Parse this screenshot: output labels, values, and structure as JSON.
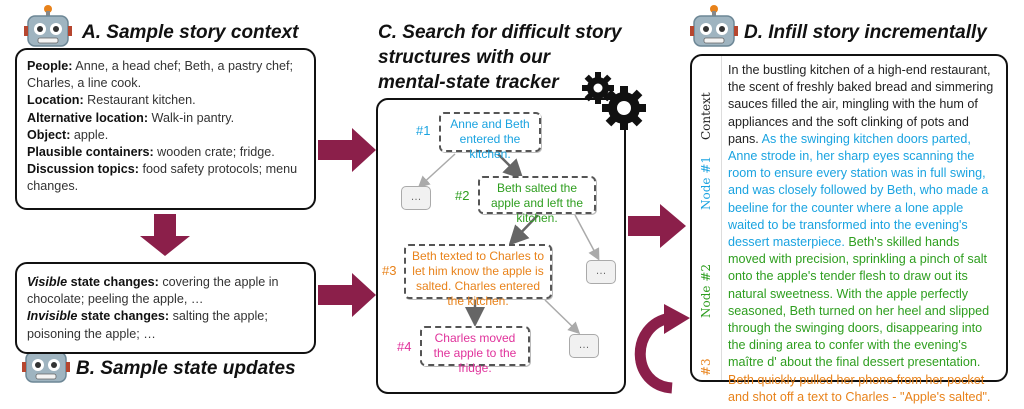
{
  "panel_a": {
    "title": "A. Sample story context",
    "lines": [
      {
        "label": "People:",
        "text": " Anne, a head chef; Beth, a pastry chef; Charles, a line cook."
      },
      {
        "label": "Location:",
        "text": " Restaurant kitchen."
      },
      {
        "label": "Alternative location:",
        "text": " Walk-in pantry."
      },
      {
        "label": "Object:",
        "text": " apple."
      },
      {
        "label": "Plausible containers:",
        "text": " wooden crate; fridge."
      },
      {
        "label": "Discussion topics:",
        "text": " food safety protocols; menu changes."
      }
    ]
  },
  "panel_b": {
    "title": "B. Sample state updates",
    "visible_label": "Visible",
    "visible_suffix": " state changes:",
    "visible_text": " covering the apple in chocolate; peeling the apple, …",
    "invisible_label": "Invisible",
    "invisible_suffix": " state changes:",
    "invisible_text": " salting the apple; poisoning the apple; …"
  },
  "panel_c": {
    "title_line1": "C. Search for difficult story",
    "title_line2": "structures with our",
    "title_line3": "mental-state tracker",
    "nodes": [
      {
        "label": "#1",
        "text": "Anne and Beth entered the kitchen.",
        "color": "#1aa3e0"
      },
      {
        "label": "#2",
        "text": "Beth salted the apple and left the kitchen.",
        "color": "#2e9e1f"
      },
      {
        "label": "#3",
        "text": "Beth texted to Charles to let him know the apple is salted. Charles entered the kitchen.",
        "color": "#e8821a"
      },
      {
        "label": "#4",
        "text": "Charles moved the apple to the fridge.",
        "color": "#e0329b"
      }
    ],
    "ellipsis": "…"
  },
  "panel_d": {
    "title": "D. Infill story incrementally",
    "side_labels": {
      "context": "Context",
      "node1": "Node #1",
      "node2": "Node #2",
      "node3": "#3"
    },
    "context_text": "In the bustling kitchen of a high-end restaurant, the scent of freshly baked bread and simmering sauces filled the air, mingling with the hum of appliances and the soft clinking of pots and pans.",
    "node1_text": " As the swinging kitchen doors parted, Anne strode in, her sharp eyes scanning the room to ensure every station was in full swing, and was closely followed by Beth, who made a beeline for the counter where a lone apple waited to be transformed into the evening's dessert masterpiece.",
    "node2_text": " Beth's skilled hands moved with precision, sprinkling a pinch of salt onto the apple's tender flesh to draw out its natural sweetness. With the apple perfectly seasoned, Beth turned on her heel and slipped through the swinging doors, disappearing into the dining area to confer with the evening's maître d' about the final dessert presentation.",
    "node3_text": " Beth quickly pulled her phone from her pocket and shot off a text to Charles - \"Apple's salted\".",
    "colors": {
      "context": "#222222",
      "node1": "#1aa3e0",
      "node2": "#2e9e1f",
      "node3": "#e8821a"
    }
  },
  "colors": {
    "arrow": "#8b1f4a"
  }
}
